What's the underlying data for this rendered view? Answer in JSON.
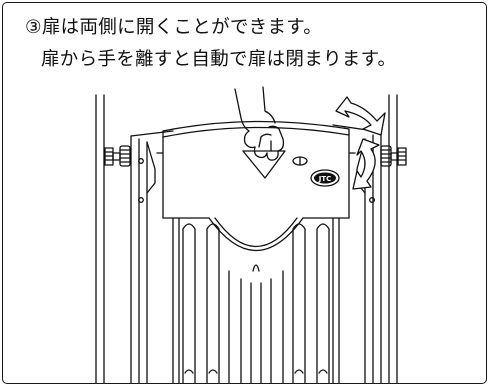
{
  "caption": {
    "line1": "③扉は両側に開くことができます。",
    "line2": "扉から手を離すと自動で扉は閉まります。"
  },
  "logo_text": "JTC",
  "colors": {
    "ink": "#111111",
    "paper": "#ffffff"
  },
  "icons": [
    "hand-icon",
    "swing-arrow-icon",
    "tension-knob-icon"
  ]
}
